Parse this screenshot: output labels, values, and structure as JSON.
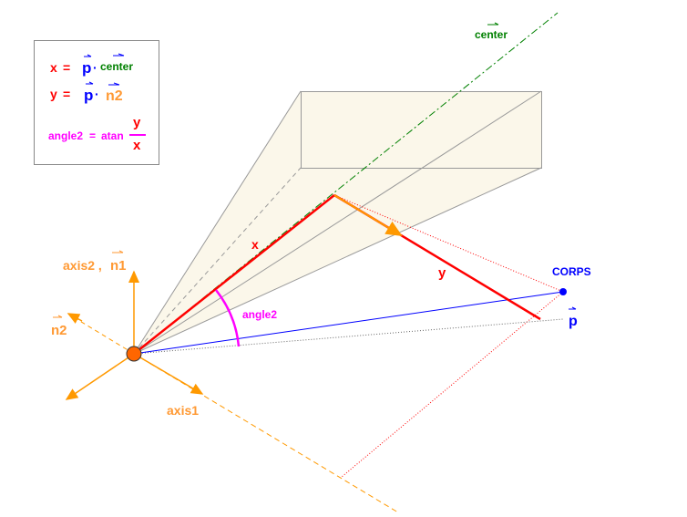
{
  "legend": {
    "eq_x": {
      "lhs": "x",
      "eq": "=",
      "p": "p",
      "dot": "·",
      "rhs": "center"
    },
    "eq_y": {
      "lhs": "y",
      "eq": "=",
      "p": "p",
      "dot": "·",
      "rhs": "n2"
    },
    "eq_angle": {
      "lhs": "angle2",
      "eq": "=",
      "fn": "atan",
      "num": "y",
      "den": "x"
    }
  },
  "labels": {
    "center": "center",
    "x": "x",
    "y": "y",
    "corps": "CORPS",
    "p": "p",
    "angle2": "angle2",
    "axis2": "axis2 ,",
    "n1": "n1",
    "n2": "n2",
    "axis1": "axis1"
  },
  "colors": {
    "red": "#ff0000",
    "blue": "#0000ff",
    "green": "#008000",
    "orange": "#ff9933",
    "magenta": "#ff00ff"
  }
}
